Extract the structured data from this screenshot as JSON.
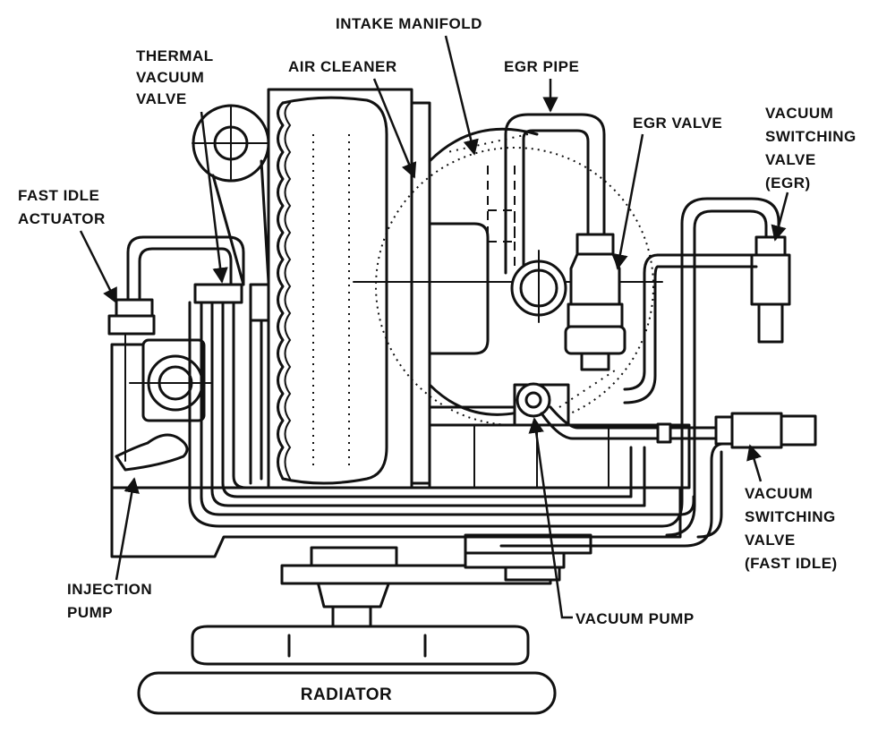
{
  "labels": {
    "intake_manifold": "INTAKE MANIFOLD",
    "thermal_vacuum_valve": [
      "THERMAL",
      "VACUUM",
      "VALVE"
    ],
    "air_cleaner": "AIR CLEANER",
    "egr_pipe": "EGR PIPE",
    "egr_valve": "EGR VALVE",
    "vacuum_switching_valve_egr": [
      "VACUUM",
      "SWITCHING",
      "VALVE",
      "(EGR)"
    ],
    "fast_idle_actuator": [
      "FAST IDLE",
      "ACTUATOR"
    ],
    "injection_pump": [
      "INJECTION",
      "PUMP"
    ],
    "vacuum_switching_valve_fast_idle": [
      "VACUUM",
      "SWITCHING",
      "VALVE",
      "(FAST IDLE)"
    ],
    "vacuum_pump": "VACUUM PUMP",
    "radiator": "RADIATOR"
  }
}
